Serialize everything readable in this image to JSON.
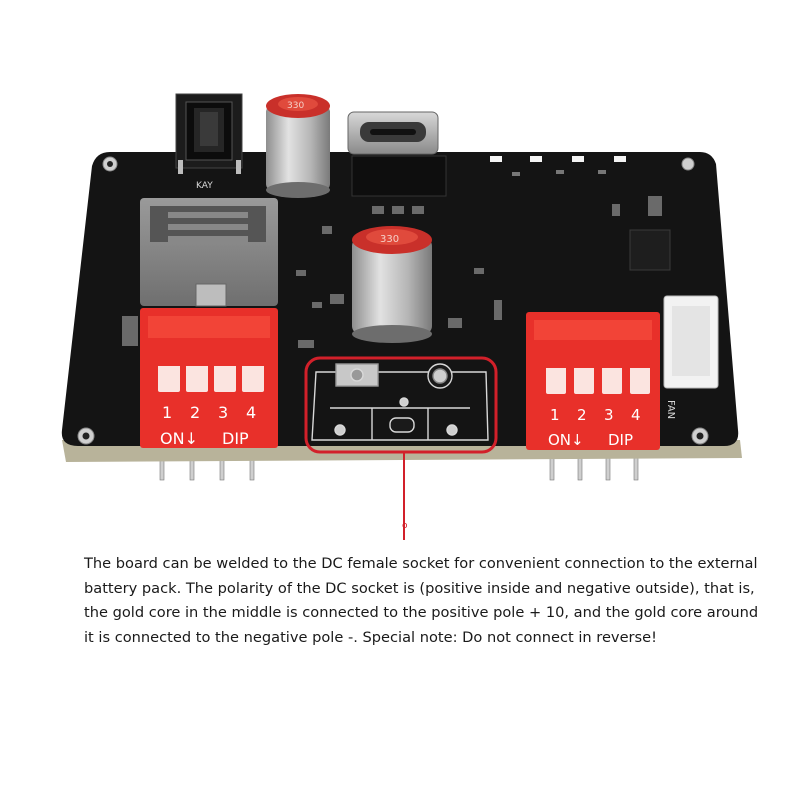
{
  "silkscreen": {
    "key_label": "KAY",
    "fan_label": "FAN",
    "capacitor_marking": "330"
  },
  "dip_left": {
    "numbers": [
      "1",
      "2",
      "3",
      "4"
    ],
    "on_label": "ON↓",
    "dip_label": "DIP"
  },
  "dip_right": {
    "numbers": [
      "1",
      "2",
      "3",
      "4"
    ],
    "on_label": "ON↓",
    "dip_label": "DIP"
  },
  "callout": {
    "marker": "o"
  },
  "caption": "The board can be welded to the DC female socket for convenient connection to the external\nbattery pack. The polarity of the DC socket is (positive inside and negative outside), that is,\nthe gold core in the middle is connected to the positive pole + 10, and the gold core around\nit is connected to the negative pole -. Special note: Do not connect in reverse!",
  "colors": {
    "pcb": "#141414",
    "dip_switch": "#e8302a",
    "callout": "#d2202a",
    "capacitor_top": "#c9302a",
    "capacitor_body": "#b9b9b9"
  }
}
